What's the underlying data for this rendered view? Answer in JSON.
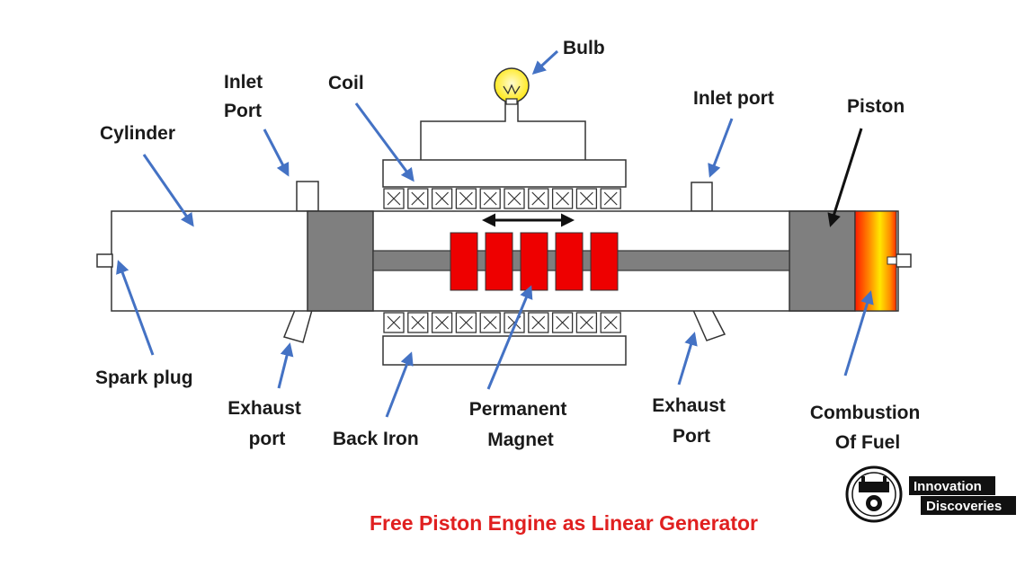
{
  "labels": {
    "bulb": "Bulb",
    "inlet_port_left": [
      "Inlet",
      "Port"
    ],
    "coil": "Coil",
    "cylinder": "Cylinder",
    "inlet_port_right": "Inlet port",
    "piston": "Piston",
    "spark_plug": "Spark plug",
    "exhaust_port_left": [
      "Exhaust",
      "port"
    ],
    "back_iron": "Back Iron",
    "permanent_magnet": [
      "Permanent",
      "Magnet"
    ],
    "exhaust_port_right": [
      "Exhaust",
      "Port"
    ],
    "combustion": [
      "Combustion",
      "Of Fuel"
    ]
  },
  "title": "Free Piston Engine as Linear Generator",
  "logo": {
    "line1": "Innovation",
    "line2": "Discoveries"
  },
  "colors": {
    "magnet": "#ee0000",
    "piston": "#7f7f7f",
    "label_arrow": "#4472c4",
    "title": "#e02020",
    "bulb": "#ffee00"
  }
}
